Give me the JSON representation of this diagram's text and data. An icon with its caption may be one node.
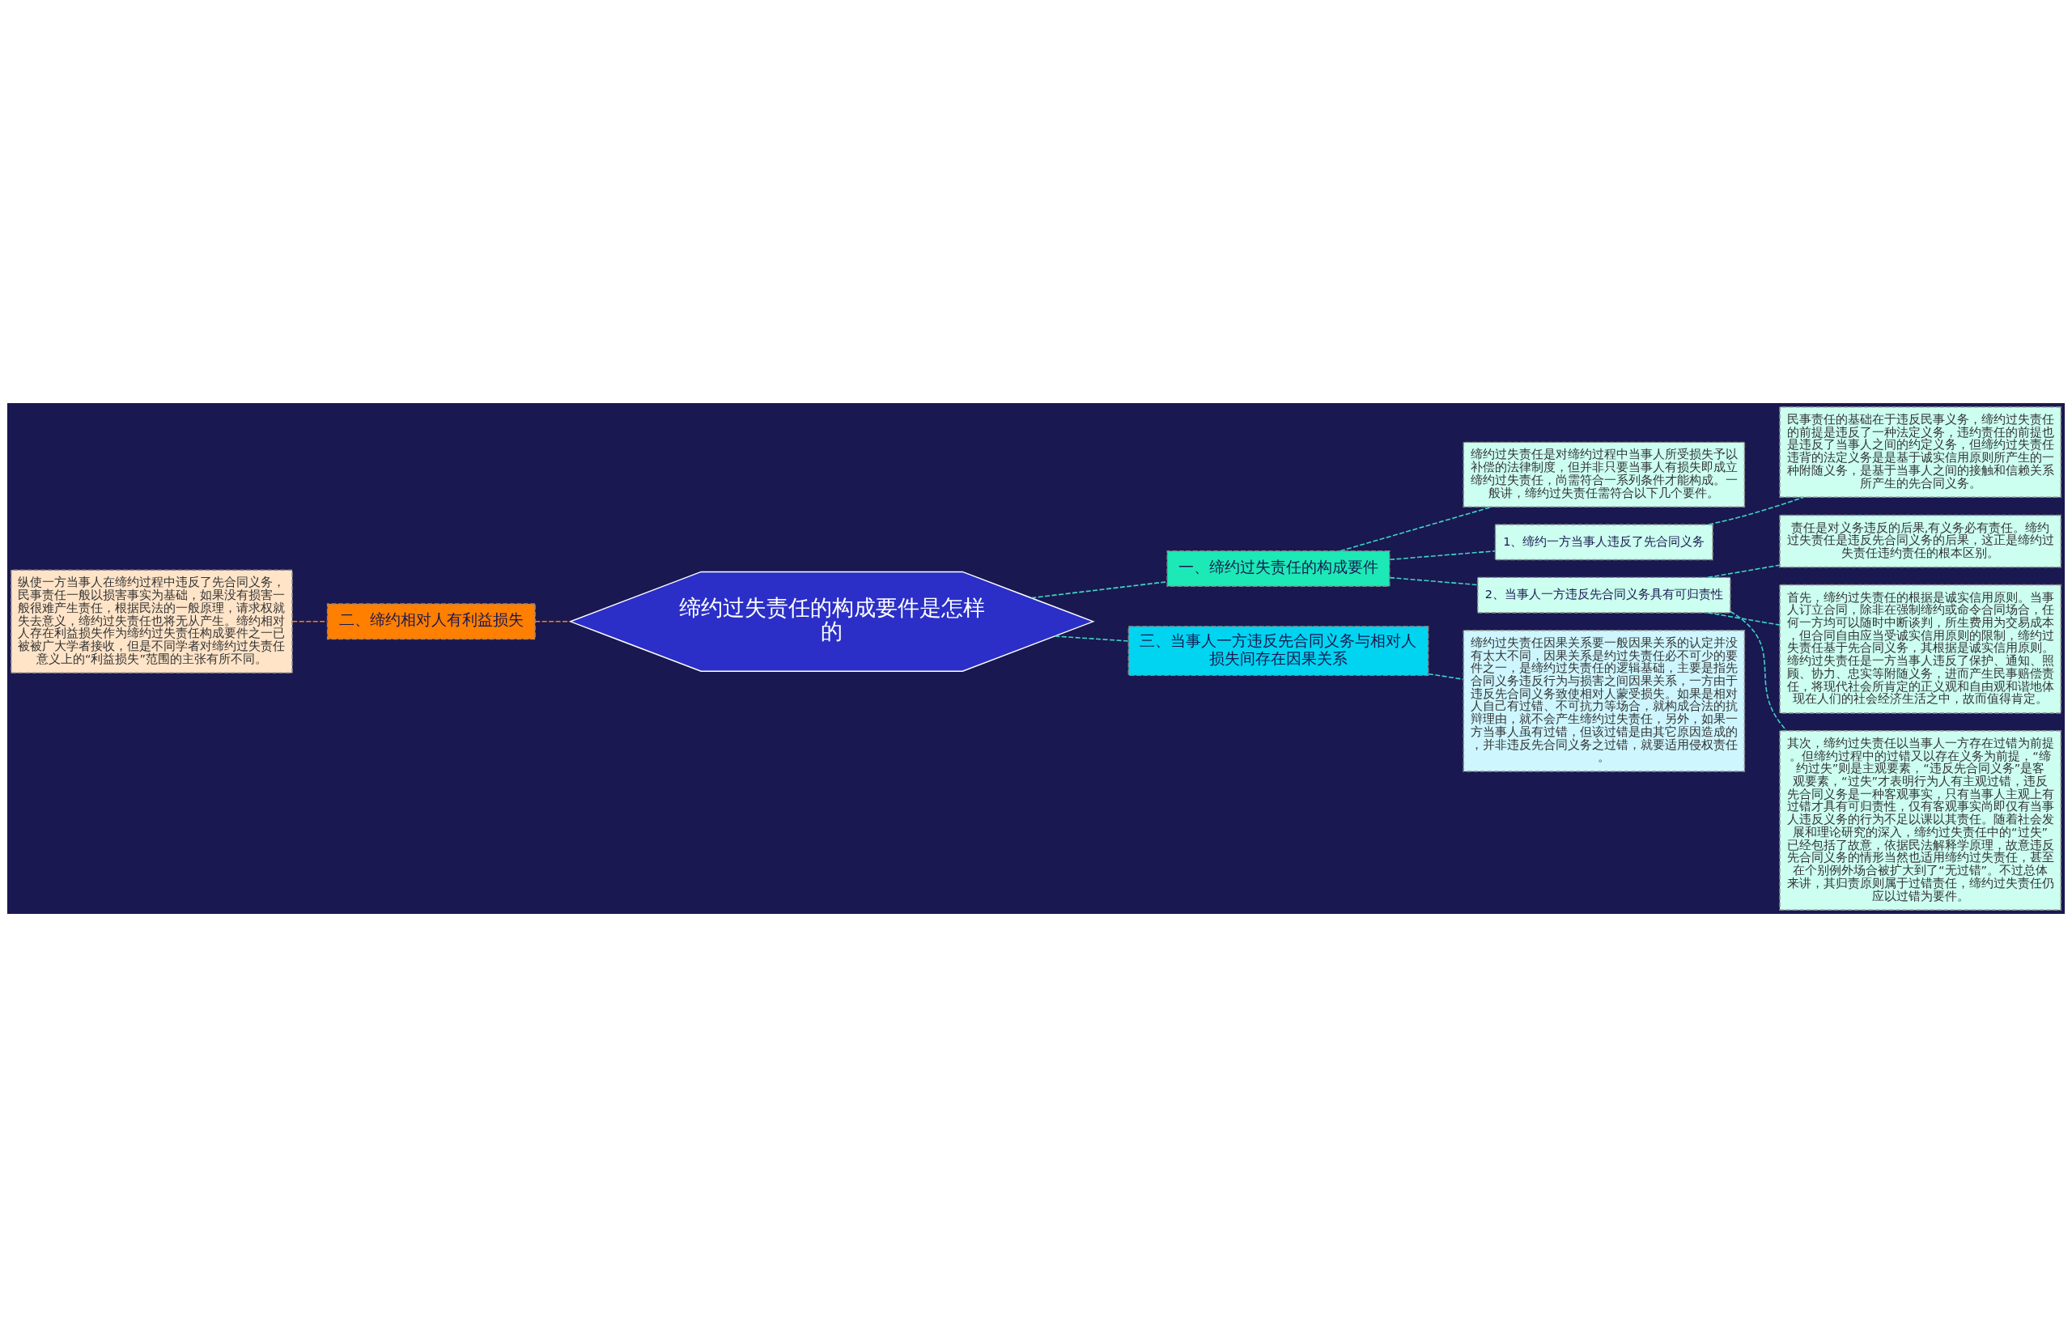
{
  "diagram": {
    "nodes": [
      {
        "text": [
          "缔约过失责任的构成要件是怎样的"
        ]
      },
      {
        "text": [
          "一、缔约过失责任的构成要件"
        ]
      },
      {
        "text": [
          "缔约过失责任是对缔约过程中当事人所受损失予以补偿的法律制度，但并非只要当事人有损失即成立缔约过失责任，尚需符合一系列条件才能构成。一般讲，缔约过失责任需符合以下几个要件。"
        ]
      },
      {
        "text": [
          "1、缔约一方当事人违反了先合同义务"
        ]
      },
      {
        "text": [
          "民事责任的基础在于违反民事义务，缔约过失责任的前提是违反了一种法定义务，违约责任的前提也是违反了当事人之间的约定义务，但缔约过失责任违背的法定义务是是基于诚实信用原则所产生的一种附随义务，是基于当事人之间的接触和信赖关系所产生的先合同义务。"
        ]
      },
      {
        "text": [
          "2、当事人一方违反先合同义务具有可归责性"
        ]
      },
      {
        "text": [
          "责任是对义务违反的后果,有义务必有责任。缔约过失责任是违反先合同义务的后果，这正是缔约过失责任违约责任的根本区别。"
        ]
      },
      {
        "text": [
          "首先，缔约过失责任的根据是诚实信用原则。当事人订立合同，除非在强制缔约或命令合同场合，任何一方均可以随时中断谈判，所生费用为交易成本，但合同自由应当受诚实信用原则的限制，缔约过失责任基于先合同义务，其根据是诚实信用原则。缔约过失责任是一方当事人违反了保护、通知、照顾、协力、忠实等附随义务，进而产生民事赔偿责任，将现代社会所肯定的正义观和自由观和谐地体现在人们的社会经济生活之中，故而值得肯定。"
        ]
      },
      {
        "text": [
          "其次，缔约过失责任以当事人一方存在过错为前提。但缔约过程中的过错又以存在义务为前提，“缔约过失”则是主观要素，“违反先合同义务”是客观要素，“过失”才表明行为人有主观过错，违反先合同义务是一种客观事实，只有当事人主观上有过错才具有可归责性，仅有客观事实尚即仅有当事人违反义务的行为不足以课以其责任。随着社会发展和理论研究的深入，缔约过失责任中的“过失”已经包括了故意，依据民法解释学原理，故意违反先合同义务的情形当然也适用缔约过失责任，甚至在个别例外场合被扩大到了“无过错”。不过总体来讲，其归责原则属于过错责任，缔约过失责任仍应以过错为要件。"
        ]
      },
      {
        "text": [
          "三、当事人一方违反先合同义务与相对人损失间存在因果关系"
        ]
      },
      {
        "text": [
          "缔约过失责任因果关系要一般因果关系的认定并没有太大不同，因果关系是约过失责任必不可少的要件之一，是缔约过失责任的逻辑基础，主要是指先合同义务违反行为与损害之间因果关系，一方由于违反先合同义务致使相对人蒙受损失。如果是相对人自己有过错、不可抗力等场合，就构成合法的抗辩理由，就不会产生缔约过失责任，另外，如果一方当事人虽有过错，但该过错是由其它原因造成的，并非违反先合同义务之过错，就要适用侵权责任。"
        ]
      },
      {
        "text": [
          "二、缔约相对人有利益损失"
        ]
      },
      {
        "text": [
          "纵使一方当事人在缔约过程中违反了先合同义务，民事责任一般以损害事实为基础，如果没有损害一般很难产生责任，根据民法的一般原理，请求权就失去意义，缔约过失责任也将无从产生。缔约相对人存在利益损失作为缔约过失责任构成要件之一已被被广大学者接收，但是不同学者对缔约过失责任意义上的“利益损失”范围的主张有所不同。"
        ]
      }
    ],
    "edges": [
      {
        "from": 0,
        "to": 1,
        "arrow": "none",
        "style": "dashed"
      },
      {
        "from": 1,
        "to": 2,
        "arrow": "none",
        "style": "dashed"
      },
      {
        "from": 1,
        "to": 3,
        "arrow": "none",
        "style": "dashed"
      },
      {
        "from": 3,
        "to": 4,
        "arrow": "none",
        "style": "dashed"
      },
      {
        "from": 1,
        "to": 5,
        "arrow": "none",
        "style": "dashed"
      },
      {
        "from": 5,
        "to": 6,
        "arrow": "none",
        "style": "dashed"
      },
      {
        "from": 5,
        "to": 7,
        "arrow": "none",
        "style": "dashed"
      },
      {
        "from": 5,
        "to": 8,
        "arrow": "none",
        "style": "dashed"
      },
      {
        "from": 0,
        "to": 9,
        "arrow": "none",
        "style": "dashed"
      },
      {
        "from": 9,
        "to": 10,
        "arrow": "none",
        "style": "dashed"
      },
      {
        "from": 0,
        "to": 11,
        "arrow": "none",
        "style": "dashed",
        "color": "#ff7f00"
      },
      {
        "from": 11,
        "to": 12,
        "arrow": "none",
        "style": "dashed",
        "color": "#ff7f00"
      }
    ]
  }
}
